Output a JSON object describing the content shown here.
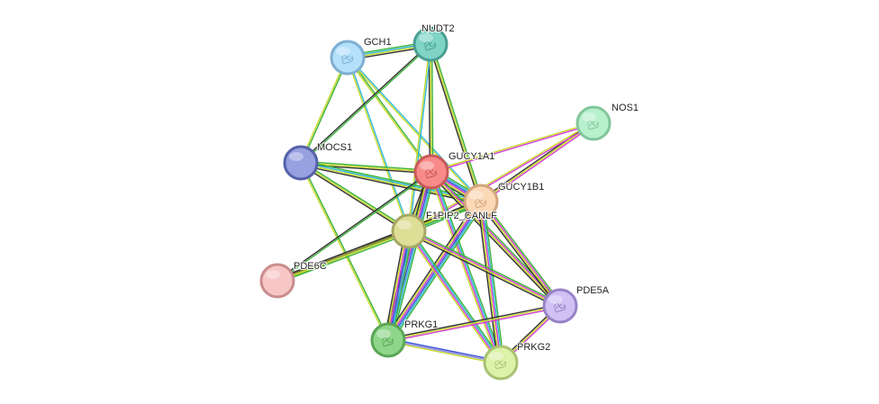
{
  "network": {
    "nodes": [
      {
        "id": "GCH1",
        "label": "GCH1",
        "color": "#b3e0fb",
        "border": "#7eafd2",
        "structure": true
      },
      {
        "id": "NUDT2",
        "label": "NUDT2",
        "color": "#7fd4c6",
        "border": "#4a9e92",
        "structure": true
      },
      {
        "id": "NOS1",
        "label": "NOS1",
        "color": "#b7f0cd",
        "border": "#82c69c",
        "structure": true
      },
      {
        "id": "MOCS1",
        "label": "MOCS1",
        "color": "#97a0e0",
        "border": "#5561a8",
        "structure": false
      },
      {
        "id": "GUCY1A1",
        "label": "GUCY1A1",
        "color": "#f98a8a",
        "border": "#c85a5a",
        "structure": true
      },
      {
        "id": "GUCY1B1",
        "label": "GUCY1B1",
        "color": "#fbd8b6",
        "border": "#d3a57c",
        "structure": true
      },
      {
        "id": "F1PIP2_CANLF",
        "label": "F1PIP2_CANLF",
        "color": "#dede97",
        "border": "#a7a766",
        "structure": false
      },
      {
        "id": "PDE6C",
        "label": "PDE6C",
        "color": "#f7c6c6",
        "border": "#c98d8d",
        "structure": false
      },
      {
        "id": "PDE5A",
        "label": "PDE5A",
        "color": "#cfc1f3",
        "border": "#9683c6",
        "structure": true
      },
      {
        "id": "PRKG1",
        "label": "PRKG1",
        "color": "#8fd68a",
        "border": "#5aa655",
        "structure": true
      },
      {
        "id": "PRKG2",
        "label": "PRKG2",
        "color": "#dcf2a8",
        "border": "#a8c274",
        "structure": true
      }
    ],
    "edge_colors": {
      "green": "#3bb33b",
      "cyan": "#2fb8d8",
      "yellow": "#c7d82b",
      "magenta": "#d43bd4",
      "blue": "#3b4fd8",
      "black": "#333333",
      "olive": "#8a8a3b",
      "lavender": "#8a8ad8"
    },
    "edges": [
      {
        "source": "GCH1",
        "target": "NUDT2",
        "types": [
          "green",
          "cyan",
          "yellow",
          "black"
        ]
      },
      {
        "source": "GCH1",
        "target": "MOCS1",
        "types": [
          "green",
          "yellow"
        ]
      },
      {
        "source": "GCH1",
        "target": "GUCY1A1",
        "types": [
          "green",
          "yellow"
        ]
      },
      {
        "source": "GCH1",
        "target": "GUCY1B1",
        "types": [
          "cyan",
          "yellow"
        ]
      },
      {
        "source": "GCH1",
        "target": "F1PIP2_CANLF",
        "types": [
          "cyan",
          "yellow"
        ]
      },
      {
        "source": "NUDT2",
        "target": "MOCS1",
        "types": [
          "green",
          "black"
        ]
      },
      {
        "source": "NUDT2",
        "target": "GUCY1A1",
        "types": [
          "green",
          "yellow",
          "black"
        ]
      },
      {
        "source": "NUDT2",
        "target": "GUCY1B1",
        "types": [
          "green",
          "yellow",
          "black"
        ]
      },
      {
        "source": "NUDT2",
        "target": "F1PIP2_CANLF",
        "types": [
          "cyan",
          "yellow"
        ]
      },
      {
        "source": "NOS1",
        "target": "GUCY1A1",
        "types": [
          "magenta",
          "yellow"
        ]
      },
      {
        "source": "NOS1",
        "target": "GUCY1B1",
        "types": [
          "magenta",
          "yellow",
          "black"
        ]
      },
      {
        "source": "NOS1",
        "target": "F1PIP2_CANLF",
        "types": [
          "magenta",
          "yellow"
        ]
      },
      {
        "source": "MOCS1",
        "target": "GUCY1A1",
        "types": [
          "green",
          "yellow",
          "black"
        ]
      },
      {
        "source": "MOCS1",
        "target": "GUCY1B1",
        "types": [
          "green",
          "cyan",
          "yellow",
          "black"
        ]
      },
      {
        "source": "MOCS1",
        "target": "F1PIP2_CANLF",
        "types": [
          "green",
          "yellow",
          "black"
        ]
      },
      {
        "source": "MOCS1",
        "target": "PRKG1",
        "types": [
          "green",
          "yellow"
        ]
      },
      {
        "source": "GUCY1A1",
        "target": "GUCY1B1",
        "types": [
          "green",
          "cyan",
          "blue",
          "magenta",
          "yellow",
          "black"
        ]
      },
      {
        "source": "GUCY1A1",
        "target": "F1PIP2_CANLF",
        "types": [
          "green",
          "cyan",
          "yellow",
          "black"
        ]
      },
      {
        "source": "GUCY1A1",
        "target": "PDE6C",
        "types": [
          "green",
          "black"
        ]
      },
      {
        "source": "GUCY1A1",
        "target": "PDE5A",
        "types": [
          "green",
          "magenta",
          "yellow",
          "black"
        ]
      },
      {
        "source": "GUCY1A1",
        "target": "PRKG1",
        "types": [
          "green",
          "cyan",
          "blue",
          "magenta",
          "yellow",
          "black"
        ]
      },
      {
        "source": "GUCY1A1",
        "target": "PRKG2",
        "types": [
          "green",
          "cyan",
          "magenta",
          "yellow"
        ]
      },
      {
        "source": "GUCY1B1",
        "target": "F1PIP2_CANLF",
        "types": [
          "green",
          "cyan",
          "yellow",
          "black"
        ]
      },
      {
        "source": "GUCY1B1",
        "target": "PDE6C",
        "types": [
          "green",
          "yellow",
          "black"
        ]
      },
      {
        "source": "GUCY1B1",
        "target": "PDE5A",
        "types": [
          "green",
          "magenta",
          "yellow",
          "black"
        ]
      },
      {
        "source": "GUCY1B1",
        "target": "PRKG1",
        "types": [
          "green",
          "cyan",
          "blue",
          "magenta",
          "yellow",
          "black"
        ]
      },
      {
        "source": "GUCY1B1",
        "target": "PRKG2",
        "types": [
          "green",
          "cyan",
          "magenta",
          "yellow",
          "black"
        ]
      },
      {
        "source": "F1PIP2_CANLF",
        "target": "PDE6C",
        "types": [
          "green",
          "yellow",
          "olive",
          "black"
        ]
      },
      {
        "source": "F1PIP2_CANLF",
        "target": "PDE5A",
        "types": [
          "green",
          "magenta",
          "yellow",
          "black"
        ]
      },
      {
        "source": "F1PIP2_CANLF",
        "target": "PRKG1",
        "types": [
          "green",
          "cyan",
          "blue",
          "magenta",
          "yellow",
          "black"
        ]
      },
      {
        "source": "F1PIP2_CANLF",
        "target": "PRKG2",
        "types": [
          "green",
          "cyan",
          "magenta",
          "yellow"
        ]
      },
      {
        "source": "PDE5A",
        "target": "PRKG1",
        "types": [
          "magenta",
          "yellow",
          "black"
        ]
      },
      {
        "source": "PDE5A",
        "target": "PRKG2",
        "types": [
          "magenta",
          "yellow",
          "black"
        ]
      },
      {
        "source": "PRKG1",
        "target": "PRKG2",
        "types": [
          "blue",
          "lavender",
          "yellow"
        ]
      }
    ]
  }
}
